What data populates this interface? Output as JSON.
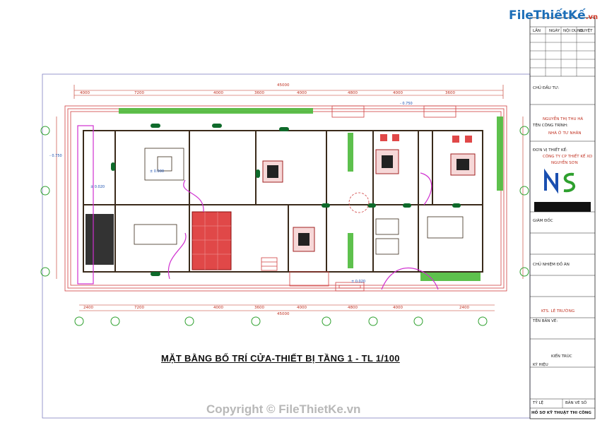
{
  "logo": {
    "part1": "File",
    "part2": "ThiếtKế",
    "part3": ".vn"
  },
  "drawing_title": "MẶT BẰNG BỐ TRÍ CỬA-THIẾT BỊ TẦNG 1 - TL 1/100",
  "copyright": "Copyright © FileThietKe.vn",
  "title_block": {
    "header_cols": [
      "LẦN",
      "NGÀY",
      "NỘI DUNG",
      "DUYỆT"
    ],
    "owner_label": "CHỦ ĐẦU TƯ:",
    "owner_name": "NGUYỄN THỊ THU HÀ",
    "project_label": "TÊN CÔNG TRÌNH:",
    "project_name": "NHÀ Ở TƯ NHÂN",
    "designer_label": "ĐƠN VỊ THIẾT KẾ:",
    "designer_company": "CÔNG TY CP THIẾT KẾ XD",
    "designer_name": "NGUYỄN SƠN",
    "director_label": "GIÁM ĐỐC",
    "chief_label": "CHỦ NHIỆM ĐỒ ÁN",
    "chief_name": "KTS. LÊ TRƯỜNG",
    "drawing_name_label": "TÊN BẢN VẼ:",
    "discipline": "KIẾN TRÚC",
    "sheet_label": "KÝ HIỆU",
    "scale_label": "TỶ LỆ",
    "sheet_no_label": "BẢN VẼ SỐ",
    "footer": "HỒ SƠ KỸ THUẬT THI CÔNG"
  },
  "dimensions": {
    "top": [
      "4000",
      "7200",
      "4000",
      "3600",
      "4000",
      "4800",
      "4000",
      "3600"
    ],
    "bottom": [
      "2400",
      "7200",
      "4000",
      "3600",
      "4000",
      "4800",
      "4000",
      "2400"
    ],
    "total": "45000"
  },
  "levels": [
    "± 0.000",
    "± 0.020",
    "- 0.750",
    "- 0.750",
    "± 0.020"
  ],
  "colors": {
    "wall": "#3a2a1a",
    "dimension": "#c03020",
    "red_outline": "#d04040",
    "green_hatch": "#2ea02e",
    "magenta": "#d030d0",
    "yellow_text": "#d0a000"
  }
}
